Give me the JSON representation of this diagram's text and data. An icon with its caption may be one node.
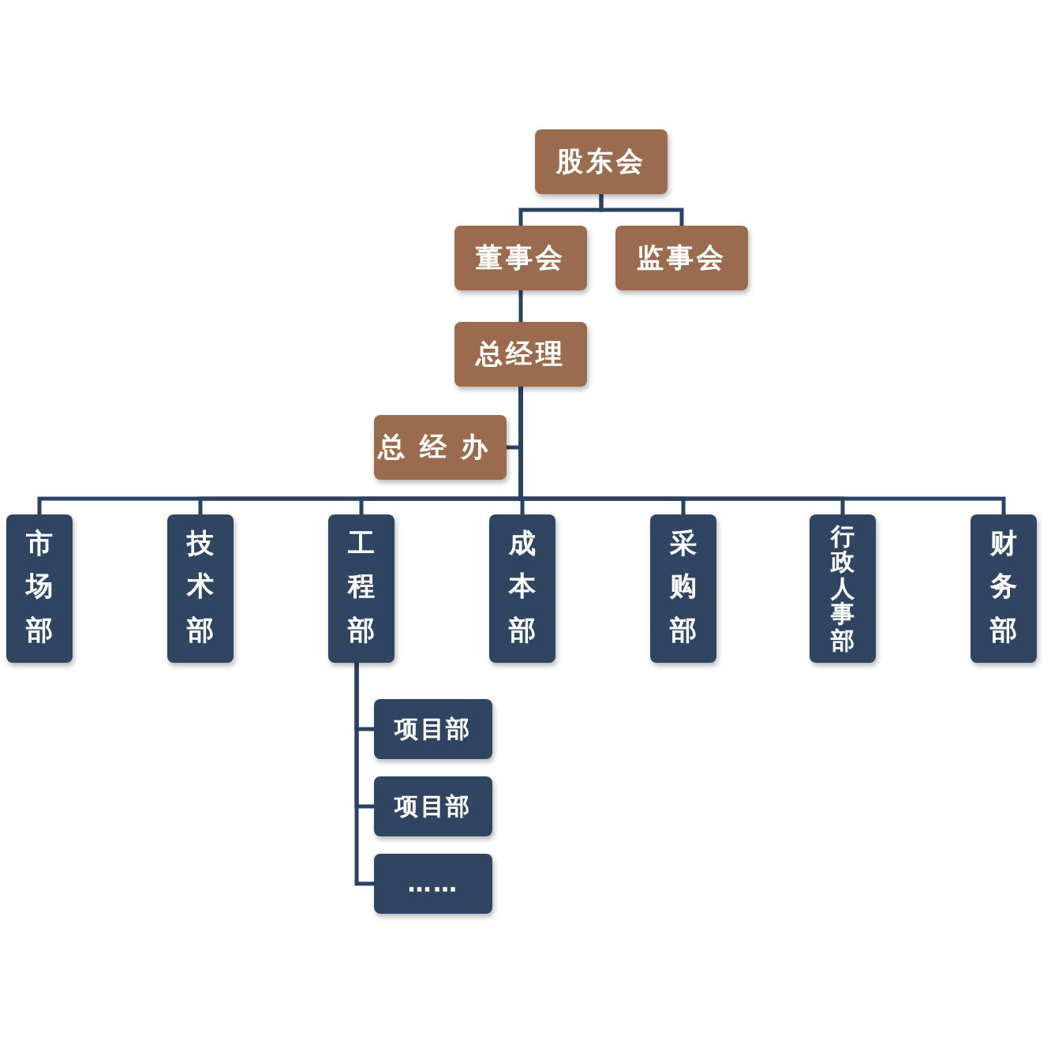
{
  "diagram": {
    "nodes": [
      {
        "text": [
          "股东会"
        ]
      },
      {
        "text": [
          "董事会"
        ]
      },
      {
        "text": [
          "监事会"
        ]
      },
      {
        "text": [
          "总经理"
        ]
      },
      {
        "text": [
          "总经办"
        ]
      },
      {
        "text": [
          "市场部"
        ]
      },
      {
        "text": [
          "技术部"
        ]
      },
      {
        "text": [
          "工程部"
        ]
      },
      {
        "text": [
          "成本部"
        ]
      },
      {
        "text": [
          "采购部"
        ]
      },
      {
        "text": [
          "行政人事部"
        ]
      },
      {
        "text": [
          "财务部"
        ]
      },
      {
        "text": [
          "项目部"
        ]
      },
      {
        "text": [
          "项目部"
        ]
      },
      {
        "text": [
          "……"
        ]
      }
    ],
    "edges": [
      {
        "from": 0,
        "to": 1,
        "arrow": "none"
      },
      {
        "from": 0,
        "to": 2,
        "arrow": "none"
      },
      {
        "from": 1,
        "to": 3,
        "arrow": "none"
      },
      {
        "from": 3,
        "to": 4,
        "arrow": "none"
      },
      {
        "from": 3,
        "to": 5,
        "arrow": "none"
      },
      {
        "from": 3,
        "to": 6,
        "arrow": "none"
      },
      {
        "from": 3,
        "to": 7,
        "arrow": "none"
      },
      {
        "from": 3,
        "to": 8,
        "arrow": "none"
      },
      {
        "from": 3,
        "to": 9,
        "arrow": "none"
      },
      {
        "from": 3,
        "to": 10,
        "arrow": "none"
      },
      {
        "from": 3,
        "to": 11,
        "arrow": "none"
      },
      {
        "from": 7,
        "to": 12,
        "arrow": "none"
      },
      {
        "from": 7,
        "to": 13,
        "arrow": "none"
      },
      {
        "from": 7,
        "to": 14,
        "arrow": "none"
      }
    ]
  }
}
